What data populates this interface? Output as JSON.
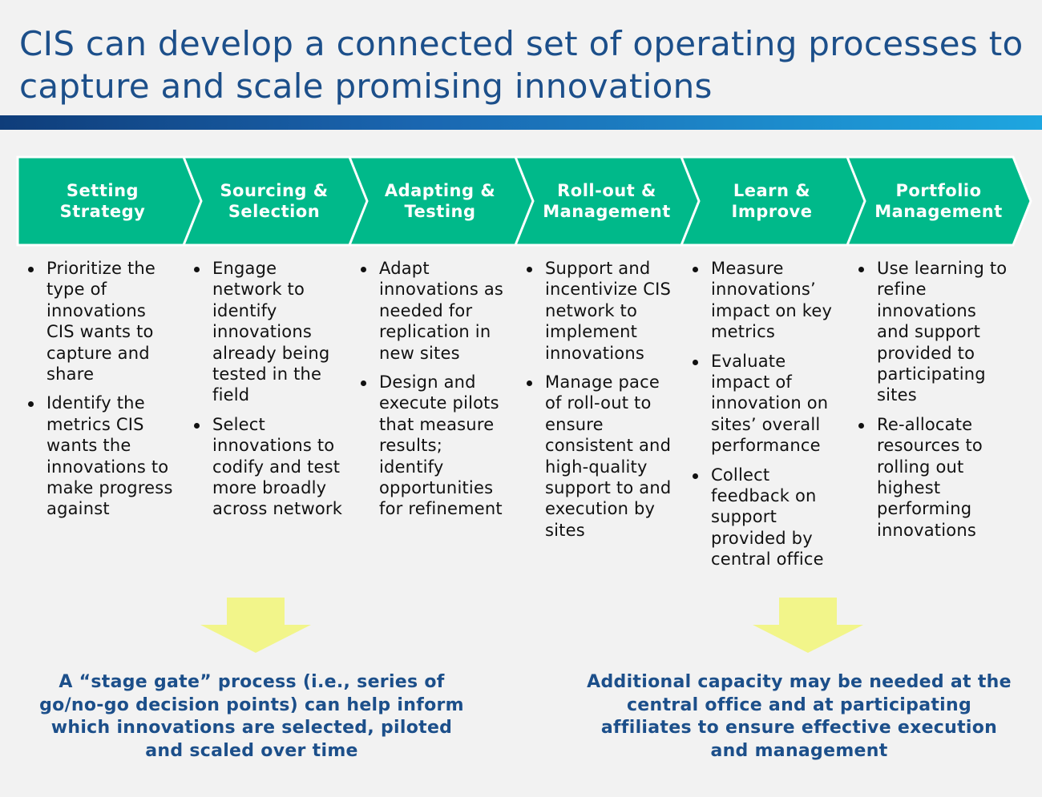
{
  "title": "CIS can develop a connected set of operating processes to capture and scale promising innovations",
  "colors": {
    "title": "#1c4f8a",
    "chevron_fill": "#00b98a",
    "arrow_fill": "#f2f58a",
    "note_text": "#1c4f8a"
  },
  "stages": [
    {
      "label": "Setting\nStrategy",
      "bullets": [
        "Prioritize the type of innovations CIS wants to capture and share",
        "Identify the metrics CIS wants the innovations to make progress against"
      ]
    },
    {
      "label": "Sourcing &\nSelection",
      "bullets": [
        "Engage network to identify innovations already being tested in the field",
        "Select innovations to codify and test more broadly across network"
      ]
    },
    {
      "label": "Adapting &\nTesting",
      "bullets": [
        "Adapt innovations as needed for replication in new sites",
        "Design and execute pilots that measure results; identify opportunities for refinement"
      ]
    },
    {
      "label": "Roll-out &\nManagement",
      "bullets": [
        "Support and incentivize CIS network to implement innovations",
        "Manage pace of roll-out to ensure consistent and high-quality support to and execution by sites"
      ]
    },
    {
      "label": "Learn &\nImprove",
      "bullets": [
        "Measure innovations’ impact on key metrics",
        "Evaluate impact of innovation on sites’ overall performance",
        "Collect feedback on support provided by central office"
      ]
    },
    {
      "label": "Portfolio\nManagement",
      "bullets": [
        "Use learning to refine innovations and support provided to participating sites",
        "Re-allocate resources to rolling out highest performing innovations"
      ]
    }
  ],
  "notes": [
    "A “stage gate” process (i.e., series of go/no-go decision points) can help inform which innovations are selected, piloted and scaled over time",
    "Additional capacity may be needed at the central office and at participating affiliates to ensure effective execution and management"
  ]
}
